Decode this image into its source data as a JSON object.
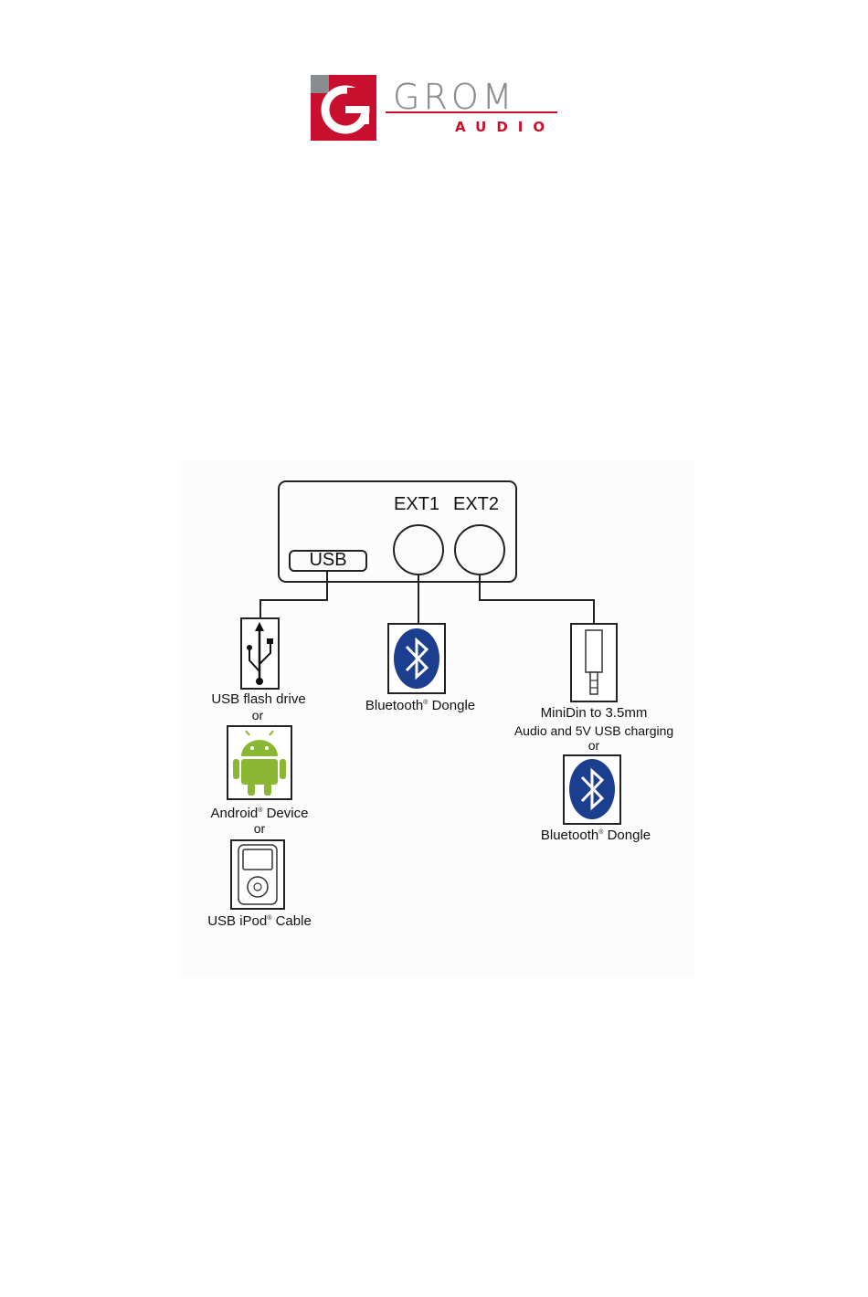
{
  "logo": {
    "brand": "GROM",
    "sub": "AUDIO",
    "colors": {
      "red": "#c8102e",
      "gray": "#8a8d90"
    }
  },
  "diagram": {
    "unit": {
      "usb_port": "USB",
      "ext1": "EXT1",
      "ext2": "EXT2"
    },
    "usb_branch": {
      "flash_drive": "USB flash drive",
      "or1": "or",
      "android": "Android",
      "android_suffix": "Device",
      "or2": "or",
      "ipod_prefix": "USB iPod",
      "ipod_suffix": "Cable"
    },
    "ext1_branch": {
      "bluetooth": "Bluetooth",
      "dongle": "Dongle"
    },
    "ext2_branch": {
      "minidin": "MiniDin to 3.5mm",
      "audio_charging": "Audio and 5V USB charging",
      "or": "or",
      "bluetooth": "Bluetooth",
      "dongle": "Dongle"
    },
    "registered_mark": "®",
    "colors": {
      "bluetooth_blue": "#1b3e8f",
      "android_green": "#8ab833"
    },
    "icons": [
      "usb-icon",
      "android-icon",
      "ipod-icon",
      "bluetooth-icon",
      "audio-jack-icon"
    ]
  }
}
